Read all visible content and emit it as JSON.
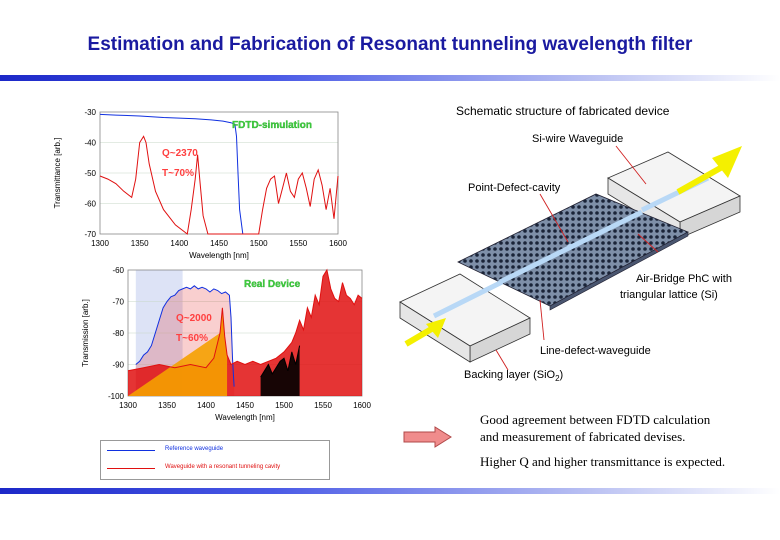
{
  "header": {
    "title": "Estimation and Fabrication of Resonant tunneling wavelength filter"
  },
  "colors": {
    "accent": "#1a1aa0",
    "reference": "#1030e0",
    "cavity": "#e01010"
  },
  "schematic": {
    "heading": "Schematic structure of fabricated device",
    "labels": {
      "si_wire": "Si-wire Waveguide",
      "point_defect": "Point-Defect-cavity",
      "air_bridge_1": "Air-Bridge  PhC  with",
      "air_bridge_2": "triangular lattice (Si)",
      "line_defect": "Line-defect-waveguide",
      "backing": "Backing layer  (SiO",
      "backing_sub": "2",
      "backing_end": ")"
    }
  },
  "notes": {
    "line1": "Good agreement between FDTD calculation",
    "line2": "and measurement of  fabricated devises.",
    "line3": "Higher Q and higher transmittance is expected."
  },
  "legend": {
    "items": [
      {
        "label": "Reference waveguide",
        "color": "#1030e0"
      },
      {
        "label": "Waveguide with a resonant tunneling cavity",
        "color": "#e01010"
      }
    ]
  },
  "chart_data": [
    {
      "type": "line",
      "title": "FDTD-simulation",
      "annotations": [
        "Q~2370",
        "T~70%"
      ],
      "xlabel": "Wavelength [nm]",
      "ylabel": "Transmittance [arb.]",
      "xlim": [
        1300,
        1600
      ],
      "ylim": [
        -70,
        -30
      ],
      "xticks": [
        "1300",
        "1350",
        "1400",
        "1450",
        "1500",
        "1550",
        "1600"
      ],
      "yticks": [
        "-30",
        "-40",
        "-50",
        "-60",
        "-70"
      ],
      "grid": true,
      "series": [
        {
          "name": "Reference waveguide",
          "x": [
            1300,
            1320,
            1350,
            1380,
            1400,
            1420,
            1440,
            1455,
            1465,
            1470,
            1472,
            1474,
            1476,
            1480
          ],
          "y": [
            -30.8,
            -31,
            -31.3,
            -31.8,
            -32,
            -32.2,
            -32.6,
            -33,
            -33.5,
            -34,
            -38,
            -50,
            -62,
            -70
          ]
        },
        {
          "name": "Waveguide with a resonant tunneling cavity",
          "x": [
            1300,
            1310,
            1320,
            1330,
            1340,
            1345,
            1350,
            1355,
            1358,
            1362,
            1370,
            1380,
            1395,
            1410,
            1415,
            1420,
            1423,
            1426,
            1430,
            1436,
            1440,
            1450,
            1460,
            1470,
            1480,
            1490,
            1500,
            1505,
            1510,
            1515,
            1520,
            1525,
            1530,
            1535,
            1540,
            1545,
            1550,
            1555,
            1560,
            1565,
            1570,
            1575,
            1580,
            1585,
            1590,
            1595,
            1600
          ],
          "y": [
            -51,
            -52,
            -53.5,
            -56,
            -58,
            -52,
            -40,
            -38,
            -40,
            -47,
            -56,
            -62,
            -67,
            -70,
            -62,
            -52,
            -44,
            -53,
            -64,
            -70,
            -70,
            -70,
            -70,
            -70,
            -70,
            -70,
            -70,
            -62,
            -55,
            -52,
            -51,
            -60,
            -55,
            -50,
            -56,
            -58,
            -52,
            -50,
            -55,
            -61,
            -52,
            -49,
            -54,
            -62,
            -55,
            -65,
            -51
          ]
        }
      ]
    },
    {
      "type": "line",
      "title": "Real Device",
      "annotations": [
        "Q~2000",
        "T~60%"
      ],
      "xlabel": "Wavelength [nm]",
      "ylabel": "Transmission [arb.]",
      "xlim": [
        1300,
        1600
      ],
      "ylim": [
        -100,
        -60
      ],
      "xticks": [
        "1300",
        "1350",
        "1400",
        "1450",
        "1500",
        "1550",
        "1600"
      ],
      "yticks": [
        "-60",
        "-70",
        "-80",
        "-90",
        "-100"
      ],
      "grid": true,
      "series": [
        {
          "name": "Reference waveguide",
          "x": [
            1310,
            1315,
            1320,
            1325,
            1330,
            1335,
            1340,
            1345,
            1350,
            1355,
            1360,
            1365,
            1370,
            1375,
            1380,
            1385,
            1390,
            1395,
            1400,
            1405,
            1410,
            1415,
            1420,
            1425,
            1430,
            1432,
            1434,
            1436
          ],
          "y": [
            -90,
            -89,
            -87,
            -86,
            -84,
            -80,
            -76,
            -72,
            -70,
            -68.5,
            -68,
            -66.5,
            -66,
            -65.5,
            -66,
            -65,
            -66,
            -65.5,
            -66,
            -67,
            -66,
            -66.5,
            -67.5,
            -67,
            -68,
            -75,
            -88,
            -97
          ]
        },
        {
          "name": "Waveguide with a resonant tunneling cavity",
          "x": [
            1300,
            1320,
            1340,
            1360,
            1380,
            1400,
            1410,
            1415,
            1418,
            1421,
            1424,
            1427,
            1432,
            1440,
            1450,
            1460,
            1470,
            1480,
            1490,
            1500,
            1510,
            1515,
            1520,
            1525,
            1530,
            1535,
            1540,
            1545,
            1550,
            1555,
            1560,
            1565,
            1570,
            1575,
            1580,
            1585,
            1590,
            1595,
            1600
          ],
          "y": [
            -92,
            -91,
            -90,
            -91,
            -90,
            -91,
            -88,
            -83,
            -80,
            -72,
            -81,
            -87,
            -90,
            -89,
            -90,
            -89,
            -90,
            -89,
            -88,
            -86,
            -83,
            -80,
            -76,
            -79,
            -72,
            -75,
            -68,
            -71,
            -62,
            -60,
            -66,
            -69,
            -70,
            -64,
            -68,
            -69,
            -71,
            -68,
            -69
          ]
        },
        {
          "name": "Black trace",
          "x": [
            1470,
            1475,
            1480,
            1485,
            1490,
            1495,
            1500,
            1505,
            1510,
            1515,
            1520
          ],
          "y": [
            -94,
            -92,
            -90,
            -93,
            -91,
            -89,
            -88,
            -92,
            -86,
            -90,
            -84
          ]
        }
      ]
    }
  ]
}
